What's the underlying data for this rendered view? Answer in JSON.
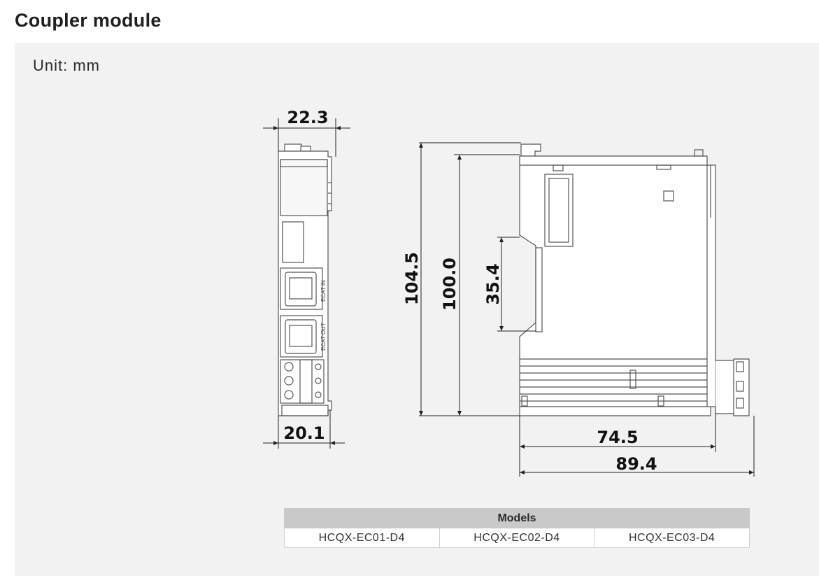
{
  "page": {
    "title": "Coupler module"
  },
  "panel": {
    "unit": "Unit: mm"
  },
  "dimensions": {
    "front_top_width": "22.3",
    "front_bottom_width": "20.1",
    "overall_height": "104.5",
    "body_height": "100.0",
    "rail_height": "35.4",
    "body_depth": "74.5",
    "overall_depth": "89.4"
  },
  "port_labels": {
    "in": "ECAT IN",
    "out": "ECAT OUT"
  },
  "models": {
    "header": "Models",
    "items": [
      "HCQX-EC01-D4",
      "HCQX-EC02-D4",
      "HCQX-EC03-D4"
    ]
  },
  "colors": {
    "panel_bg": "#f2f2f2",
    "line": "#555555",
    "header_bg": "#c9c9c9"
  }
}
